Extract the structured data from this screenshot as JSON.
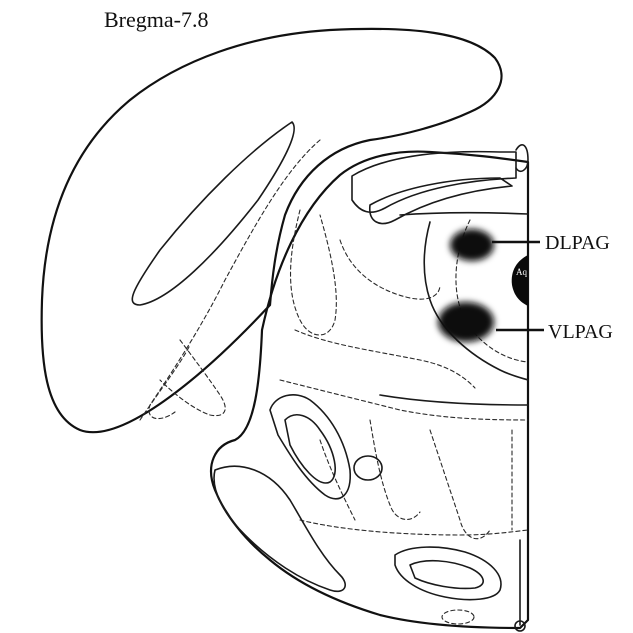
{
  "figure": {
    "title": "Bregma-7.8",
    "region_labels": [
      {
        "text": "DLPAG"
      },
      {
        "text": "VLPAG"
      }
    ],
    "aqueduct_label": "Aq",
    "colors": {
      "ink": "#111111",
      "lesion": "#0a0a0a",
      "background": "#ffffff"
    }
  }
}
